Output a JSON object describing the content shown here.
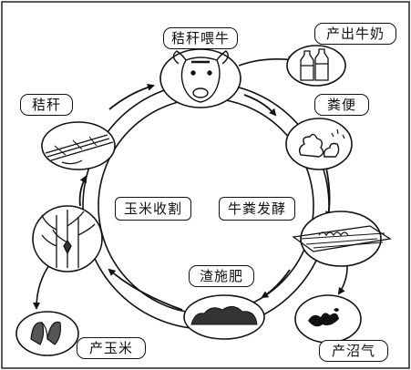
{
  "center_labels": {
    "left": "玉米收割",
    "right": "牛粪发酵"
  },
  "nodes": {
    "straw_feed_cattle": "秸秆喂牛",
    "manure": "粪便",
    "residue_fertilizer": "渣施肥",
    "straw": "秸秆"
  },
  "outputs": {
    "milk": "产出牛奶",
    "biogas": "产沼气",
    "corn": "产玉米"
  }
}
